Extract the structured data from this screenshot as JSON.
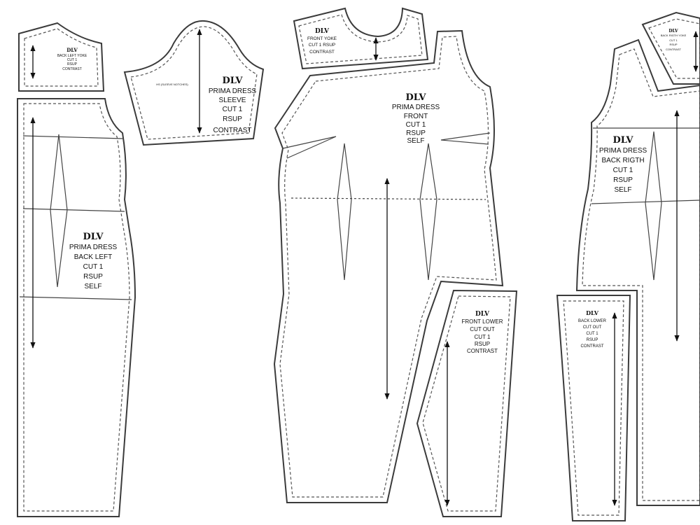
{
  "pieces": {
    "back_left_yoke": {
      "brand": "DLV",
      "lines": [
        "BACK LEFT YOKE",
        "CUT 1",
        "RSUP",
        "CONTRAST"
      ]
    },
    "sleeve": {
      "brand": "DLV",
      "lines": [
        "PRIMA DRESS",
        "SLEEVE",
        "CUT 1",
        "RSUP",
        "CONTRAST"
      ],
      "side_note": "HS (SLEEVE NOTCHES)"
    },
    "front_yoke": {
      "brand": "DLV",
      "lines": [
        "FRONT YOKE",
        "CUT 1 RSUP",
        "CONTRAST"
      ]
    },
    "back_right_yoke": {
      "brand": "DLV",
      "lines": [
        "BACK RIGTH YOKE",
        "CUT 1",
        "RSUP",
        "CONTRAST"
      ]
    },
    "back_left": {
      "brand": "DLV",
      "lines": [
        "PRIMA DRESS",
        "BACK LEFT",
        "CUT 1",
        "RSUP",
        "SELF"
      ]
    },
    "front": {
      "brand": "DLV",
      "lines": [
        "PRIMA DRESS",
        "FRONT",
        "CUT 1",
        "RSUP",
        "SELF"
      ]
    },
    "back_right": {
      "brand": "DLV",
      "lines": [
        "PRIMA DRESS",
        "BACK RIGTH",
        "CUT 1",
        "RSUP",
        "SELF"
      ]
    },
    "front_lower": {
      "brand": "DLV",
      "lines": [
        "FRONT LOWER",
        "CUT OUT",
        "CUT 1",
        "RSUP",
        "CONTRAST"
      ]
    },
    "back_lower": {
      "brand": "DLV",
      "lines": [
        "BACK LOWER",
        "CUT OUT",
        "CUT 1",
        "RSUP",
        "CONTRAST"
      ]
    }
  }
}
